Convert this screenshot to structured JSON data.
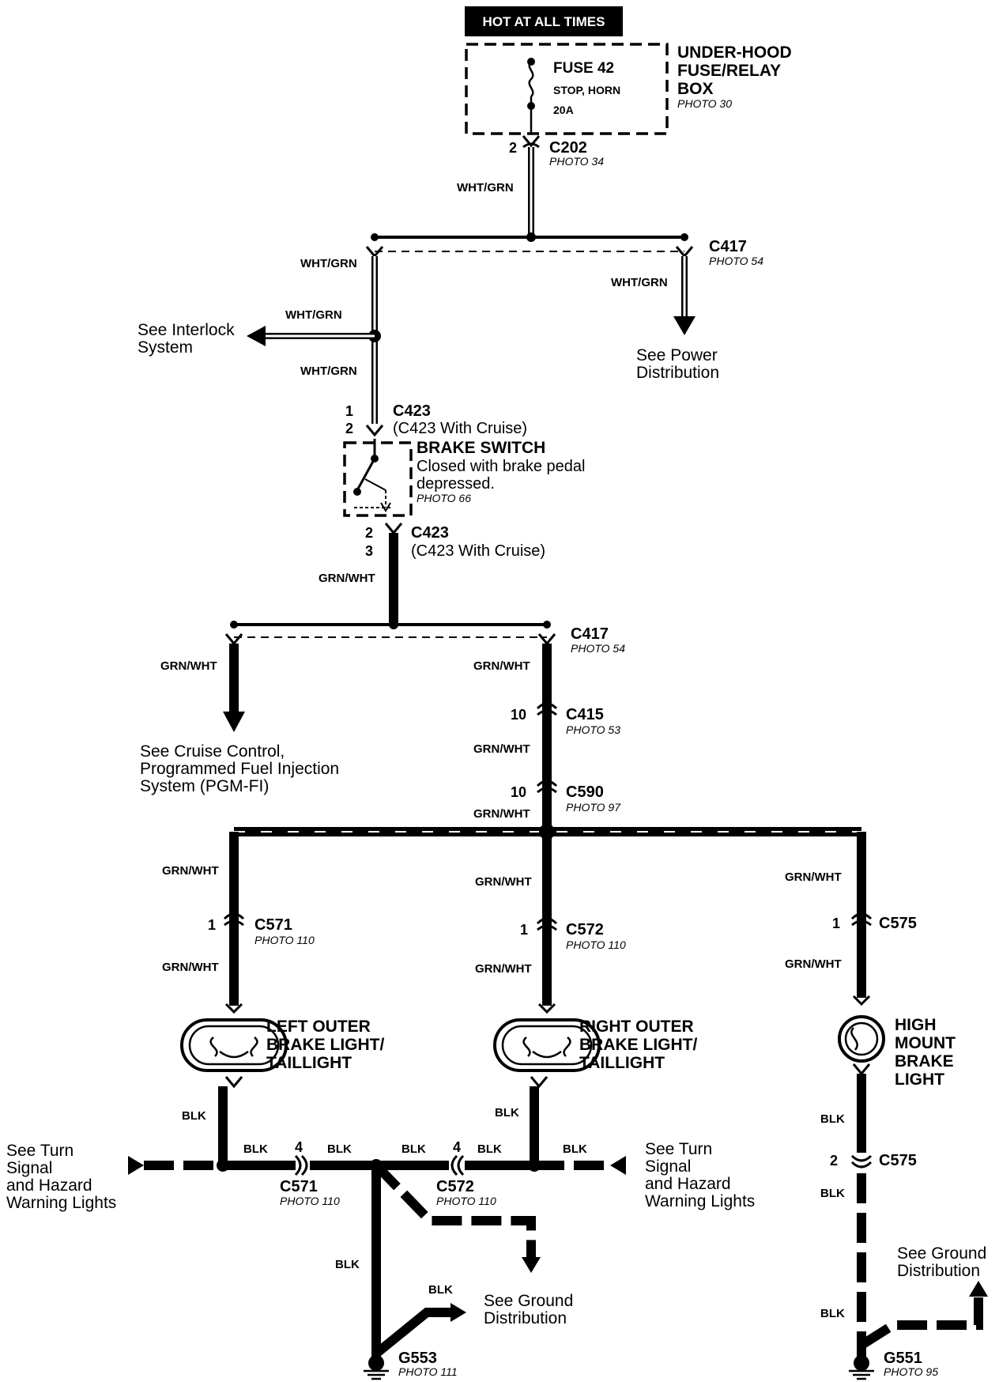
{
  "header": {
    "hot_label": "HOT AT ALL TIMES"
  },
  "fuse_box": {
    "fuse_name": "FUSE 42",
    "fuse_circuit": "STOP, HORN",
    "fuse_rating": "20A",
    "box_line1": "UNDER-HOOD",
    "box_line2": "FUSE/RELAY",
    "box_line3": "BOX",
    "box_photo": "PHOTO 30"
  },
  "connectors": {
    "c202_pin": "2",
    "c202": "C202",
    "c202_photo": "PHOTO 34",
    "c417_top": "C417",
    "c417_top_photo": "PHOTO 54",
    "c423_pin_a": "1",
    "c423_pin_b": "2",
    "c423": "C423",
    "c423_cruise": "(C423 With Cruise)",
    "c423_low_pin_a": "2",
    "c423_low_pin_b": "3",
    "c423_low": "C423",
    "c423_low_cruise": "(C423 With Cruise)",
    "c417_mid": "C417",
    "c417_mid_photo": "PHOTO 54",
    "c415_pin": "10",
    "c415": "C415",
    "c415_photo": "PHOTO 53",
    "c590_pin": "10",
    "c590": "C590",
    "c590_photo": "PHOTO 97",
    "c571_pin": "1",
    "c571": "C571",
    "c571_photo": "PHOTO 110",
    "c572_pin": "1",
    "c572": "C572",
    "c572_photo": "PHOTO 110",
    "c575_pin": "1",
    "c575": "C575",
    "c571_low_pin": "4",
    "c571_low": "C571",
    "c571_low_photo": "PHOTO 110",
    "c572_low_pin": "4",
    "c572_low": "C572",
    "c572_low_photo": "PHOTO 110",
    "c575_low_pin": "2",
    "c575_low": "C575",
    "g553": "G553",
    "g553_photo": "PHOTO 111",
    "g551": "G551",
    "g551_photo": "PHOTO 95"
  },
  "wire_colors": {
    "wht_grn": "WHT/GRN",
    "grn_wht": "GRN/WHT",
    "blk": "BLK"
  },
  "brake_switch": {
    "title": "BRAKE SWITCH",
    "desc1": "Closed with brake pedal",
    "desc2": "depressed.",
    "photo": "PHOTO 66"
  },
  "lights": {
    "left_l1": "LEFT OUTER",
    "left_l2": "BRAKE LIGHT/",
    "left_l3": "TAILLIGHT",
    "right_l1": "RIGHT OUTER",
    "right_l2": "BRAKE LIGHT/",
    "right_l3": "TAILLIGHT",
    "high_l1": "HIGH",
    "high_l2": "MOUNT",
    "high_l3": "BRAKE",
    "high_l4": "LIGHT"
  },
  "references": {
    "interlock_1": "See Interlock",
    "interlock_2": "System",
    "power_1": "See Power",
    "power_2": "Distribution",
    "cruise_1": "See Cruise Control,",
    "cruise_2": "Programmed Fuel Injection",
    "cruise_3": "System (PGM-FI)",
    "turn_left_1": "See Turn",
    "turn_left_2": "Signal",
    "turn_left_3": "and Hazard",
    "turn_left_4": "Warning Lights",
    "turn_right_1": "See Turn",
    "turn_right_2": "Signal",
    "turn_right_3": "and Hazard",
    "turn_right_4": "Warning Lights",
    "ground_mid_1": "See Ground",
    "ground_mid_2": "Distribution",
    "ground_right_1": "See Ground",
    "ground_right_2": "Distribution"
  }
}
